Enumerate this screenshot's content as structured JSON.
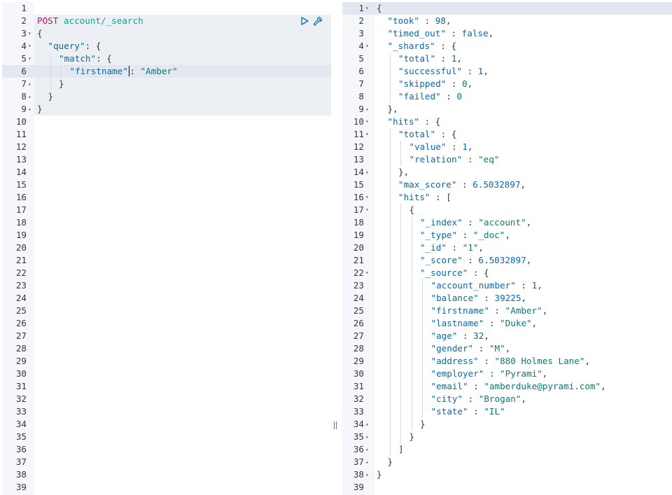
{
  "request": {
    "method": "POST",
    "url": "account/_search",
    "run_icon": "play-icon",
    "settings_icon": "wrench-icon",
    "line_count": 39,
    "lines": [
      {
        "n": "1",
        "fold": "",
        "indent": 0,
        "tokens": []
      },
      {
        "n": "2",
        "fold": "",
        "indent": 0,
        "tokens": [
          [
            "k-method",
            "POST"
          ],
          [
            "k-pun",
            " "
          ],
          [
            "k-url",
            "account/_search"
          ]
        ]
      },
      {
        "n": "3",
        "fold": "▾",
        "indent": 0,
        "tokens": [
          [
            "k-pun",
            "{"
          ]
        ]
      },
      {
        "n": "4",
        "fold": "▾",
        "indent": 1,
        "tokens": [
          [
            "k-key",
            "\"query\""
          ],
          [
            "k-pun",
            ": {"
          ]
        ]
      },
      {
        "n": "5",
        "fold": "▾",
        "indent": 2,
        "tokens": [
          [
            "k-key",
            "\"match\""
          ],
          [
            "k-pun",
            ": {"
          ]
        ]
      },
      {
        "n": "6",
        "fold": "",
        "indent": 3,
        "tokens": [
          [
            "k-key",
            "\"firstname\""
          ],
          [
            "cursor",
            ""
          ],
          [
            "k-pun",
            ": "
          ],
          [
            "k-str",
            "\"Amber\""
          ]
        ]
      },
      {
        "n": "7",
        "fold": "▴",
        "indent": 2,
        "tokens": [
          [
            "k-pun",
            "}"
          ]
        ]
      },
      {
        "n": "8",
        "fold": "▴",
        "indent": 1,
        "tokens": [
          [
            "k-pun",
            "}"
          ]
        ]
      },
      {
        "n": "9",
        "fold": "▴",
        "indent": 0,
        "tokens": [
          [
            "k-pun",
            "}"
          ]
        ]
      }
    ]
  },
  "response": {
    "line_count": 39,
    "lines": [
      {
        "n": "1",
        "fold": "▾",
        "indent": 0,
        "tokens": [
          [
            "k-pun",
            "{"
          ]
        ]
      },
      {
        "n": "2",
        "fold": "",
        "indent": 1,
        "tokens": [
          [
            "k-key",
            "\"took\""
          ],
          [
            "k-pun",
            " : "
          ],
          [
            "k-num",
            "98"
          ],
          [
            "k-pun",
            ","
          ]
        ]
      },
      {
        "n": "3",
        "fold": "",
        "indent": 1,
        "tokens": [
          [
            "k-key",
            "\"timed_out\""
          ],
          [
            "k-pun",
            " : "
          ],
          [
            "k-bool",
            "false"
          ],
          [
            "k-pun",
            ","
          ]
        ]
      },
      {
        "n": "4",
        "fold": "▾",
        "indent": 1,
        "tokens": [
          [
            "k-key",
            "\"_shards\""
          ],
          [
            "k-pun",
            " : {"
          ]
        ]
      },
      {
        "n": "5",
        "fold": "",
        "indent": 2,
        "tokens": [
          [
            "k-key",
            "\"total\""
          ],
          [
            "k-pun",
            " : "
          ],
          [
            "k-num",
            "1"
          ],
          [
            "k-pun",
            ","
          ]
        ]
      },
      {
        "n": "6",
        "fold": "",
        "indent": 2,
        "tokens": [
          [
            "k-key",
            "\"successful\""
          ],
          [
            "k-pun",
            " : "
          ],
          [
            "k-num",
            "1"
          ],
          [
            "k-pun",
            ","
          ]
        ]
      },
      {
        "n": "7",
        "fold": "",
        "indent": 2,
        "tokens": [
          [
            "k-key",
            "\"skipped\""
          ],
          [
            "k-pun",
            " : "
          ],
          [
            "k-num",
            "0"
          ],
          [
            "k-pun",
            ","
          ]
        ]
      },
      {
        "n": "8",
        "fold": "",
        "indent": 2,
        "tokens": [
          [
            "k-key",
            "\"failed\""
          ],
          [
            "k-pun",
            " : "
          ],
          [
            "k-num",
            "0"
          ]
        ]
      },
      {
        "n": "9",
        "fold": "▴",
        "indent": 1,
        "tokens": [
          [
            "k-pun",
            "},"
          ]
        ]
      },
      {
        "n": "10",
        "fold": "▾",
        "indent": 1,
        "tokens": [
          [
            "k-key",
            "\"hits\""
          ],
          [
            "k-pun",
            " : {"
          ]
        ]
      },
      {
        "n": "11",
        "fold": "▾",
        "indent": 2,
        "tokens": [
          [
            "k-key",
            "\"total\""
          ],
          [
            "k-pun",
            " : {"
          ]
        ]
      },
      {
        "n": "12",
        "fold": "",
        "indent": 3,
        "tokens": [
          [
            "k-key",
            "\"value\""
          ],
          [
            "k-pun",
            " : "
          ],
          [
            "k-num",
            "1"
          ],
          [
            "k-pun",
            ","
          ]
        ]
      },
      {
        "n": "13",
        "fold": "",
        "indent": 3,
        "tokens": [
          [
            "k-key",
            "\"relation\""
          ],
          [
            "k-pun",
            " : "
          ],
          [
            "k-str",
            "\"eq\""
          ]
        ]
      },
      {
        "n": "14",
        "fold": "▴",
        "indent": 2,
        "tokens": [
          [
            "k-pun",
            "},"
          ]
        ]
      },
      {
        "n": "15",
        "fold": "",
        "indent": 2,
        "tokens": [
          [
            "k-key",
            "\"max_score\""
          ],
          [
            "k-pun",
            " : "
          ],
          [
            "k-num",
            "6.5032897"
          ],
          [
            "k-pun",
            ","
          ]
        ]
      },
      {
        "n": "16",
        "fold": "▾",
        "indent": 2,
        "tokens": [
          [
            "k-key",
            "\"hits\""
          ],
          [
            "k-pun",
            " : ["
          ]
        ]
      },
      {
        "n": "17",
        "fold": "▾",
        "indent": 3,
        "tokens": [
          [
            "k-pun",
            "{"
          ]
        ]
      },
      {
        "n": "18",
        "fold": "",
        "indent": 4,
        "tokens": [
          [
            "k-key",
            "\"_index\""
          ],
          [
            "k-pun",
            " : "
          ],
          [
            "k-str",
            "\"account\""
          ],
          [
            "k-pun",
            ","
          ]
        ]
      },
      {
        "n": "19",
        "fold": "",
        "indent": 4,
        "tokens": [
          [
            "k-key",
            "\"_type\""
          ],
          [
            "k-pun",
            " : "
          ],
          [
            "k-str",
            "\"_doc\""
          ],
          [
            "k-pun",
            ","
          ]
        ]
      },
      {
        "n": "20",
        "fold": "",
        "indent": 4,
        "tokens": [
          [
            "k-key",
            "\"_id\""
          ],
          [
            "k-pun",
            " : "
          ],
          [
            "k-str",
            "\"1\""
          ],
          [
            "k-pun",
            ","
          ]
        ]
      },
      {
        "n": "21",
        "fold": "",
        "indent": 4,
        "tokens": [
          [
            "k-key",
            "\"_score\""
          ],
          [
            "k-pun",
            " : "
          ],
          [
            "k-num",
            "6.5032897"
          ],
          [
            "k-pun",
            ","
          ]
        ]
      },
      {
        "n": "22",
        "fold": "▾",
        "indent": 4,
        "tokens": [
          [
            "k-key",
            "\"_source\""
          ],
          [
            "k-pun",
            " : {"
          ]
        ]
      },
      {
        "n": "23",
        "fold": "",
        "indent": 5,
        "tokens": [
          [
            "k-key",
            "\"account_number\""
          ],
          [
            "k-pun",
            " : "
          ],
          [
            "k-num",
            "1"
          ],
          [
            "k-pun",
            ","
          ]
        ]
      },
      {
        "n": "24",
        "fold": "",
        "indent": 5,
        "tokens": [
          [
            "k-key",
            "\"balance\""
          ],
          [
            "k-pun",
            " : "
          ],
          [
            "k-num",
            "39225"
          ],
          [
            "k-pun",
            ","
          ]
        ]
      },
      {
        "n": "25",
        "fold": "",
        "indent": 5,
        "tokens": [
          [
            "k-key",
            "\"firstname\""
          ],
          [
            "k-pun",
            " : "
          ],
          [
            "k-str",
            "\"Amber\""
          ],
          [
            "k-pun",
            ","
          ]
        ]
      },
      {
        "n": "26",
        "fold": "",
        "indent": 5,
        "tokens": [
          [
            "k-key",
            "\"lastname\""
          ],
          [
            "k-pun",
            " : "
          ],
          [
            "k-str",
            "\"Duke\""
          ],
          [
            "k-pun",
            ","
          ]
        ]
      },
      {
        "n": "27",
        "fold": "",
        "indent": 5,
        "tokens": [
          [
            "k-key",
            "\"age\""
          ],
          [
            "k-pun",
            " : "
          ],
          [
            "k-num",
            "32"
          ],
          [
            "k-pun",
            ","
          ]
        ]
      },
      {
        "n": "28",
        "fold": "",
        "indent": 5,
        "tokens": [
          [
            "k-key",
            "\"gender\""
          ],
          [
            "k-pun",
            " : "
          ],
          [
            "k-str",
            "\"M\""
          ],
          [
            "k-pun",
            ","
          ]
        ]
      },
      {
        "n": "29",
        "fold": "",
        "indent": 5,
        "tokens": [
          [
            "k-key",
            "\"address\""
          ],
          [
            "k-pun",
            " : "
          ],
          [
            "k-str",
            "\"880 Holmes Lane\""
          ],
          [
            "k-pun",
            ","
          ]
        ]
      },
      {
        "n": "30",
        "fold": "",
        "indent": 5,
        "tokens": [
          [
            "k-key",
            "\"employer\""
          ],
          [
            "k-pun",
            " : "
          ],
          [
            "k-str",
            "\"Pyrami\""
          ],
          [
            "k-pun",
            ","
          ]
        ]
      },
      {
        "n": "31",
        "fold": "",
        "indent": 5,
        "tokens": [
          [
            "k-key",
            "\"email\""
          ],
          [
            "k-pun",
            " : "
          ],
          [
            "k-str",
            "\"amberduke@pyrami.com\""
          ],
          [
            "k-pun",
            ","
          ]
        ]
      },
      {
        "n": "32",
        "fold": "",
        "indent": 5,
        "tokens": [
          [
            "k-key",
            "\"city\""
          ],
          [
            "k-pun",
            " : "
          ],
          [
            "k-str",
            "\"Brogan\""
          ],
          [
            "k-pun",
            ","
          ]
        ]
      },
      {
        "n": "33",
        "fold": "",
        "indent": 5,
        "tokens": [
          [
            "k-key",
            "\"state\""
          ],
          [
            "k-pun",
            " : "
          ],
          [
            "k-str",
            "\"IL\""
          ]
        ]
      },
      {
        "n": "34",
        "fold": "▴",
        "indent": 4,
        "tokens": [
          [
            "k-pun",
            "}"
          ]
        ]
      },
      {
        "n": "35",
        "fold": "▴",
        "indent": 3,
        "tokens": [
          [
            "k-pun",
            "}"
          ]
        ]
      },
      {
        "n": "36",
        "fold": "▴",
        "indent": 2,
        "tokens": [
          [
            "k-pun",
            "]"
          ]
        ]
      },
      {
        "n": "37",
        "fold": "▴",
        "indent": 1,
        "tokens": [
          [
            "k-pun",
            "}"
          ]
        ]
      },
      {
        "n": "38",
        "fold": "▴",
        "indent": 0,
        "tokens": [
          [
            "k-pun",
            "}"
          ]
        ]
      },
      {
        "n": "39",
        "fold": "",
        "indent": 0,
        "tokens": []
      }
    ]
  },
  "colors": {
    "method": "#c80a68",
    "url": "#00a69b",
    "key": "#006bb4",
    "string": "#017d73",
    "gutter_bg": "#f5f7fa",
    "active_line_bg": "#e3e8f0"
  },
  "resizer_icon": "vertical-resize-handle-icon"
}
